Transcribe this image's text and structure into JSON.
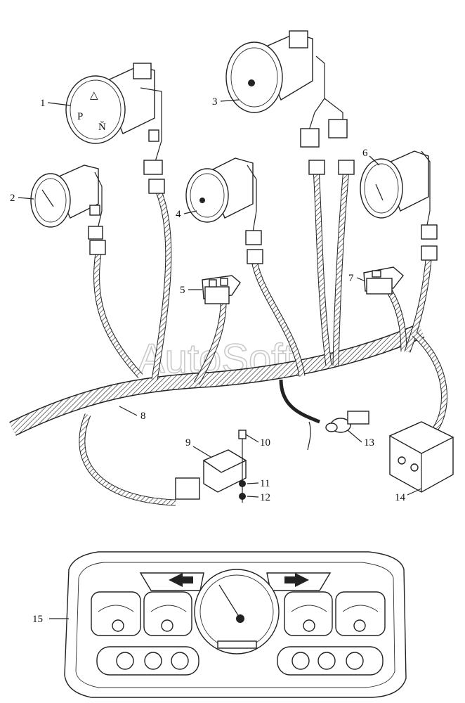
{
  "watermark": "AutoSoft",
  "callouts": [
    {
      "id": "c1",
      "label": "1"
    },
    {
      "id": "c2",
      "label": "2"
    },
    {
      "id": "c3",
      "label": "3"
    },
    {
      "id": "c4",
      "label": "4"
    },
    {
      "id": "c5",
      "label": "5"
    },
    {
      "id": "c6",
      "label": "6"
    },
    {
      "id": "c7",
      "label": "7"
    },
    {
      "id": "c8",
      "label": "8"
    },
    {
      "id": "c9",
      "label": "9"
    },
    {
      "id": "c10",
      "label": "10"
    },
    {
      "id": "c11",
      "label": "11"
    },
    {
      "id": "c12",
      "label": "12"
    },
    {
      "id": "c13",
      "label": "13"
    },
    {
      "id": "c14",
      "label": "14"
    },
    {
      "id": "c15",
      "label": "15"
    }
  ]
}
